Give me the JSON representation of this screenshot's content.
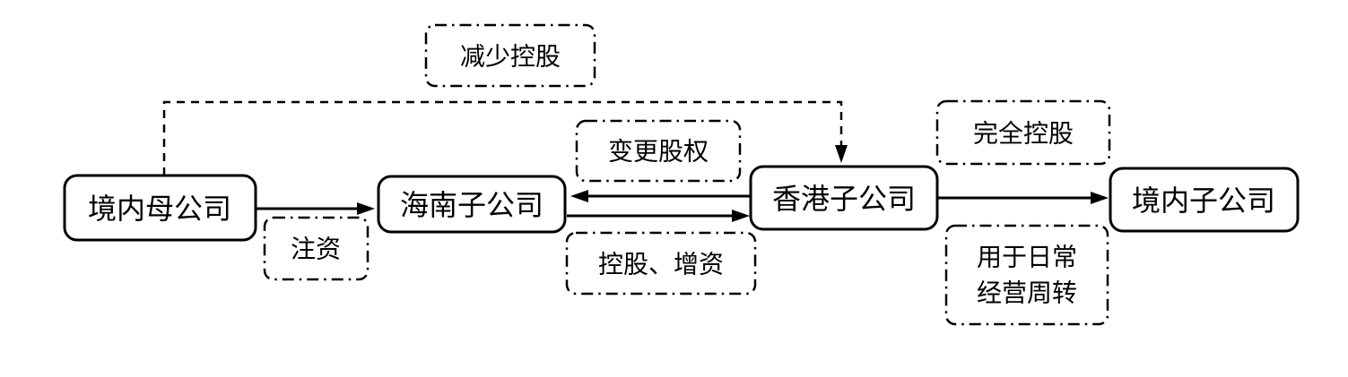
{
  "diagram": {
    "background": "#ffffff",
    "stroke_color": "#000000",
    "text_color": "#000000",
    "nodes": [
      {
        "id": "domestic-parent",
        "label": "境内母公司"
      },
      {
        "id": "hainan-subsidiary",
        "label": "海南子公司"
      },
      {
        "id": "hongkong-subsidiary",
        "label": "香港子公司"
      },
      {
        "id": "domestic-subsidiary",
        "label": "境内子公司"
      }
    ],
    "labels": [
      {
        "id": "reduce-holding",
        "label": "减少控股"
      },
      {
        "id": "capital-injection",
        "label": "注资"
      },
      {
        "id": "change-equity",
        "label": "变更股权"
      },
      {
        "id": "holding-capital-increase",
        "label": "控股、增资"
      },
      {
        "id": "full-holding",
        "label": "完全控股"
      },
      {
        "id": "daily-operations",
        "label": "用于日常经营周转",
        "lines": [
          "用于日常",
          "经营周转"
        ]
      }
    ],
    "edges": [
      {
        "from": "domestic-parent",
        "to": "hainan-subsidiary",
        "style": "solid",
        "label": "注资"
      },
      {
        "from": "hongkong-subsidiary",
        "to": "hainan-subsidiary",
        "style": "solid",
        "label": "变更股权"
      },
      {
        "from": "hainan-subsidiary",
        "to": "hongkong-subsidiary",
        "style": "solid",
        "label": "控股、增资"
      },
      {
        "from": "hongkong-subsidiary",
        "to": "domestic-subsidiary",
        "style": "solid",
        "label": "完全控股"
      },
      {
        "from": "domestic-parent",
        "to": "hongkong-subsidiary",
        "style": "dashed",
        "label": "减少控股"
      }
    ]
  }
}
